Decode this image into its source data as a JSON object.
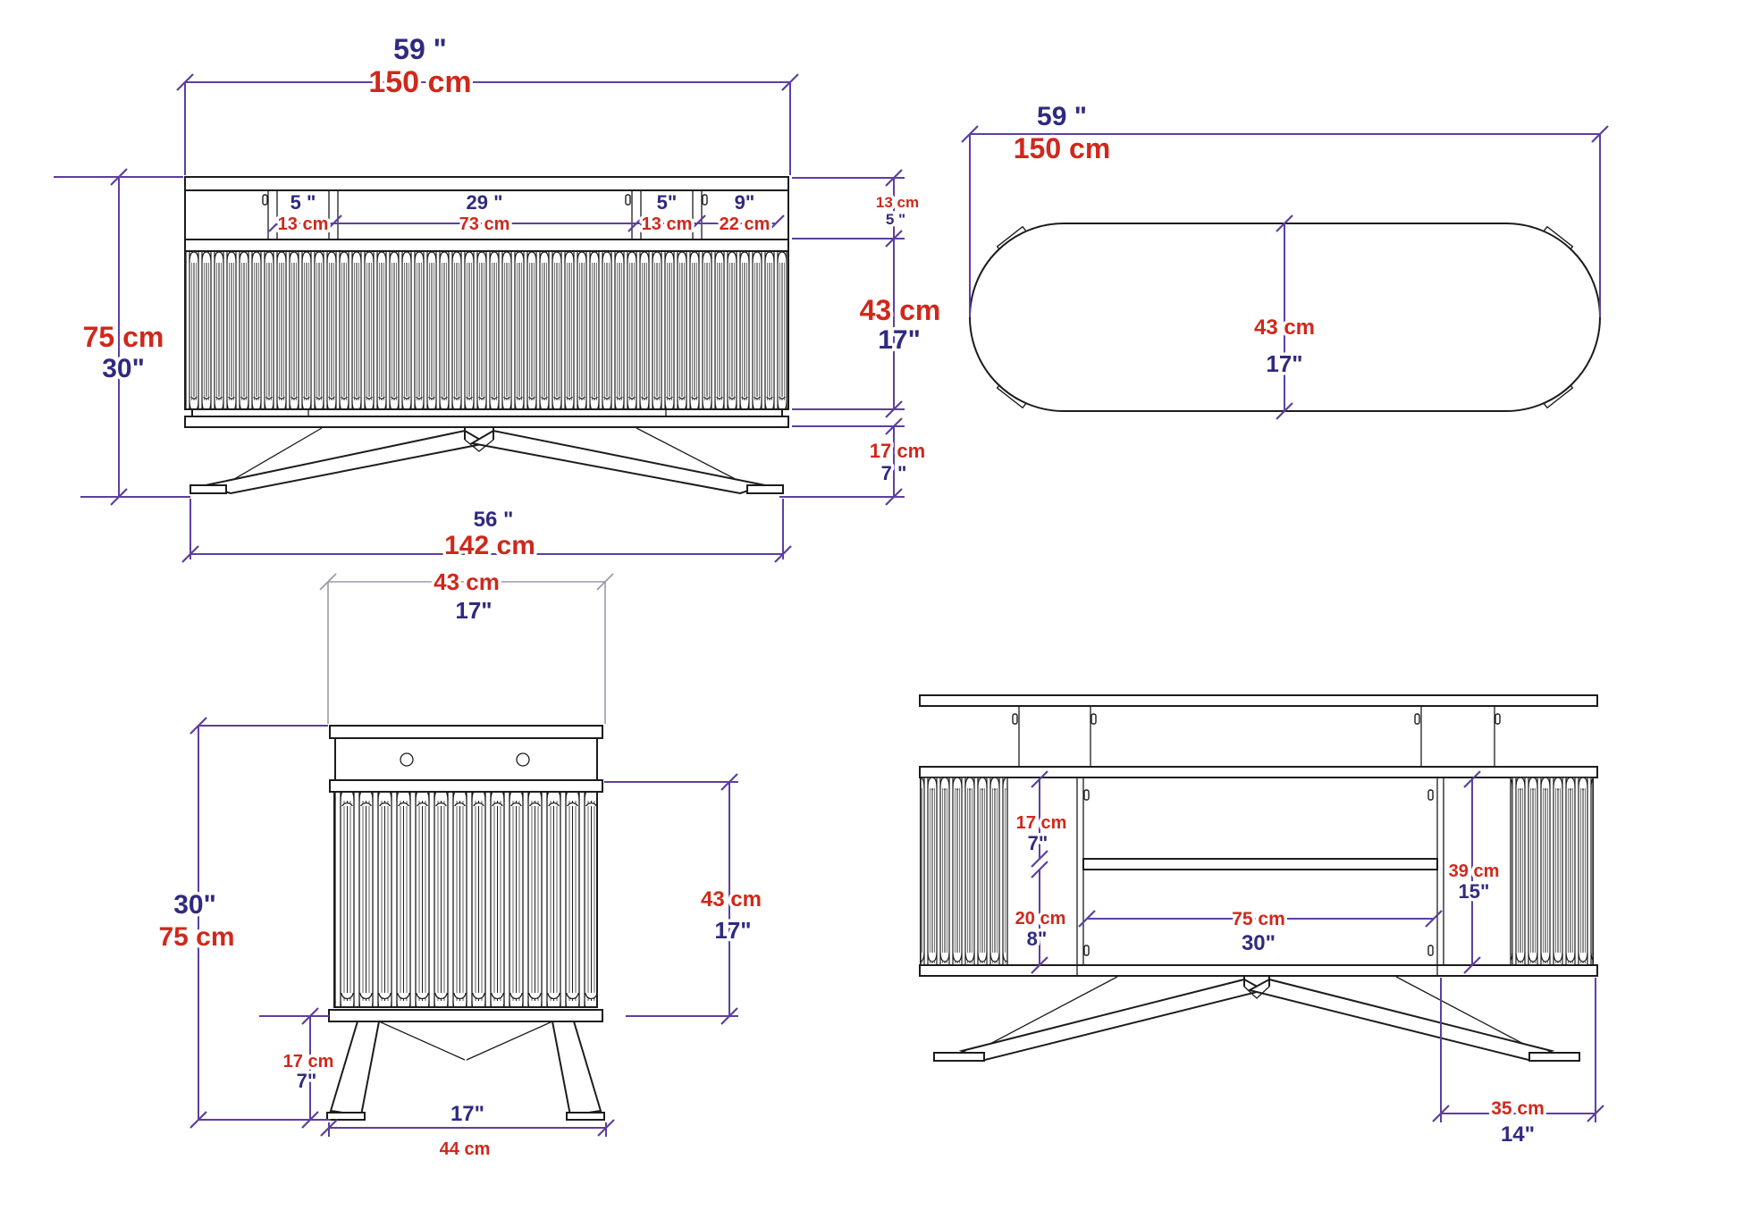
{
  "document": {
    "type": "furniture-dimension-drawing",
    "background": "#ffffff",
    "views": [
      "front-elevation",
      "top-plan",
      "side-elevation",
      "back-elevation"
    ]
  },
  "colors": {
    "cm_label": "#d0281c",
    "inch_label": "#2f2a80",
    "dimension_line": "#5d3fa0",
    "light_dimension_line": "#9d99ab",
    "outline": "#1c1c1c"
  },
  "views": {
    "front": {
      "name": "front-elevation",
      "dims": {
        "overall_width_in": "59 \"",
        "overall_width_cm": "150 cm",
        "comp1_in": "5 \"",
        "comp1_cm": "13 cm",
        "comp2_in": "29 \"",
        "comp2_cm": "73 cm",
        "comp3_in": "5\"",
        "comp3_cm": "13 cm",
        "comp4_in": "9\"",
        "comp4_cm": "22 cm",
        "top_section_height_cm": "13 cm",
        "top_section_height_in": "5 \"",
        "overall_height_cm": "75 cm",
        "overall_height_in": "30\"",
        "body_height_cm": "43 cm",
        "body_height_in": "17\"",
        "leg_height_cm": "17 cm",
        "leg_height_in": "7 \"",
        "base_width_in": "56 \"",
        "base_width_cm": "142 cm"
      }
    },
    "top": {
      "name": "top-plan",
      "dims": {
        "overall_width_in": "59 \"",
        "overall_width_cm": "150 cm",
        "depth_cm": "43 cm",
        "depth_in": "17\""
      }
    },
    "side": {
      "name": "side-elevation",
      "dims": {
        "depth_top_cm": "43 cm",
        "depth_top_in": "17\"",
        "overall_height_in": "30\"",
        "overall_height_cm": "75 cm",
        "body_height_cm": "43 cm",
        "body_height_in": "17\"",
        "leg_height_cm": "17 cm",
        "leg_height_in": "7\"",
        "base_depth_in": "17\"",
        "base_depth_cm": "44 cm"
      }
    },
    "back": {
      "name": "back-elevation",
      "dims": {
        "upper_gap_cm": "17 cm",
        "upper_gap_in": "7\"",
        "lower_gap_cm": "20 cm",
        "lower_gap_in": "8\"",
        "opening_width_cm": "75 cm",
        "opening_width_in": "30\"",
        "side_panel_height_cm": "39 cm",
        "side_panel_height_in": "15\"",
        "side_section_width_cm": "35 cm",
        "side_section_width_in": "14\""
      }
    }
  }
}
